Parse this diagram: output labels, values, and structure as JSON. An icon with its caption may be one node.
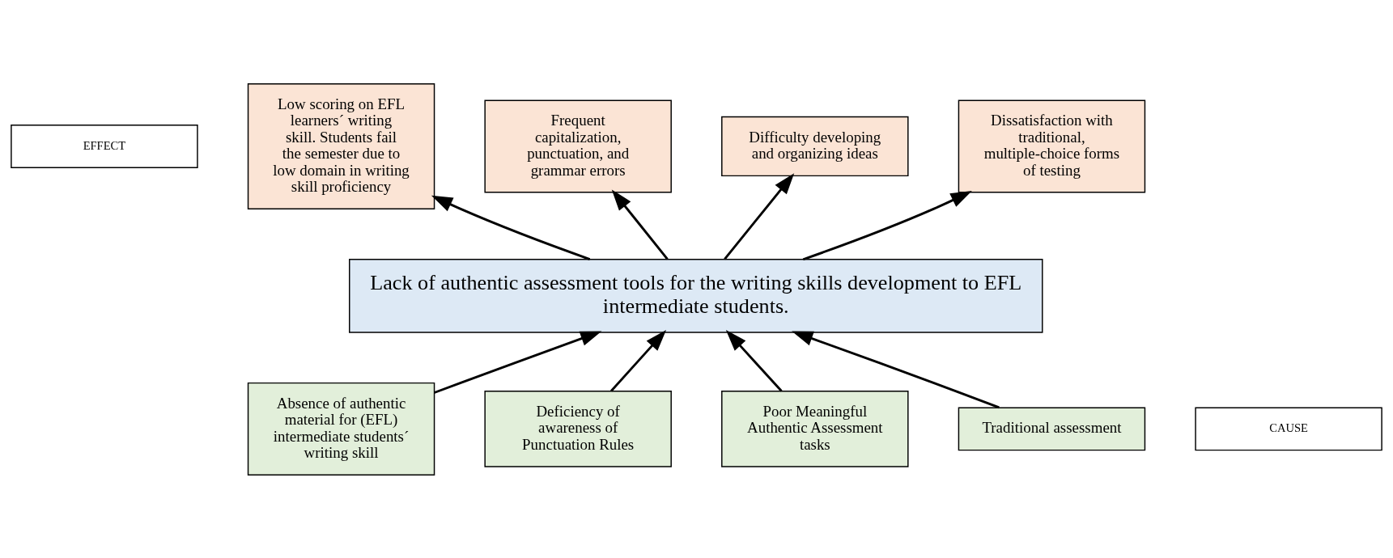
{
  "diagram": {
    "nodes": [
      {
        "text": [
          "EFFECT"
        ]
      },
      {
        "text": [
          "Low scoring on EFL learners´ writing skill. Students fail the semester due to low domain in writing skill proficiency"
        ]
      },
      {
        "text": [
          "Frequent capitalization, punctuation, and grammar errors"
        ]
      },
      {
        "text": [
          "Difficulty developing and organizing ideas"
        ]
      },
      {
        "text": [
          "Dissatisfaction with traditional, multiple-choice forms of testing"
        ]
      },
      {
        "text": [
          "Lack of authentic assessment tools for the writing skills development to EFL intermediate students."
        ]
      },
      {
        "text": [
          "CAUSE"
        ]
      },
      {
        "text": [
          "Absence of authentic material for (EFL) intermediate students´ writing skill"
        ]
      },
      {
        "text": [
          "Deficiency of awareness of Punctuation Rules"
        ]
      },
      {
        "text": [
          "Poor Meaningful Authentic Assessment tasks"
        ]
      },
      {
        "text": [
          "Traditional assessment"
        ]
      }
    ],
    "edges": [
      {
        "from": 5,
        "to": 1,
        "arrow": "to"
      },
      {
        "from": 5,
        "to": 2,
        "arrow": "to"
      },
      {
        "from": 5,
        "to": 3,
        "arrow": "to"
      },
      {
        "from": 5,
        "to": 4,
        "arrow": "to"
      },
      {
        "from": 7,
        "to": 5,
        "arrow": "to"
      },
      {
        "from": 8,
        "to": 5,
        "arrow": "to"
      },
      {
        "from": 9,
        "to": 5,
        "arrow": "to"
      },
      {
        "from": 10,
        "to": 5,
        "arrow": "to"
      }
    ]
  }
}
